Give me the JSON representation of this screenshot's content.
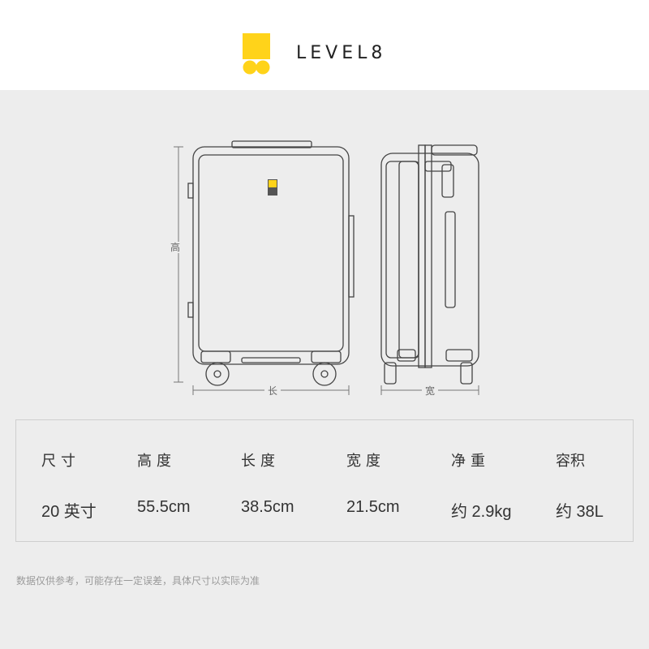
{
  "brand": {
    "name": "LEVEL8",
    "accent": "#ffd31a"
  },
  "diagram": {
    "height_label": "高",
    "length_label": "长",
    "width_label": "宽"
  },
  "specs": {
    "headers": [
      "尺寸",
      "高度",
      "长度",
      "宽度",
      "净重",
      "容积"
    ],
    "values": [
      "20 英寸",
      "55.5cm",
      "38.5cm",
      "21.5cm",
      "约 2.9kg",
      "约 38L"
    ]
  },
  "disclaimer": "数据仅供参考，可能存在一定误差，具体尺寸以实际为准"
}
